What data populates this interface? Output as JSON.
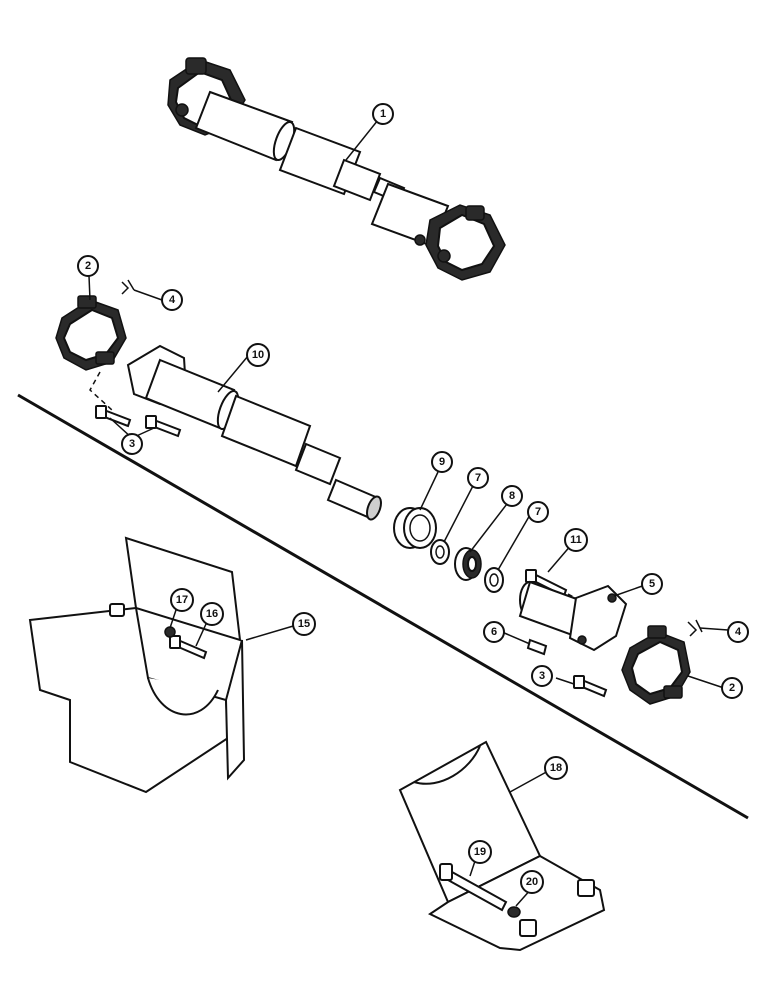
{
  "callouts": {
    "c1": "1",
    "c2a": "2",
    "c2b": "2",
    "c3a": "3",
    "c3b": "3",
    "c4a": "4",
    "c4b": "4",
    "c5": "5",
    "c6": "6",
    "c7a": "7",
    "c7b": "7",
    "c8": "8",
    "c9": "9",
    "c10": "10",
    "c11": "11",
    "c15": "15",
    "c16": "16",
    "c17": "17",
    "c18": "18",
    "c19": "19",
    "c20": "20"
  }
}
